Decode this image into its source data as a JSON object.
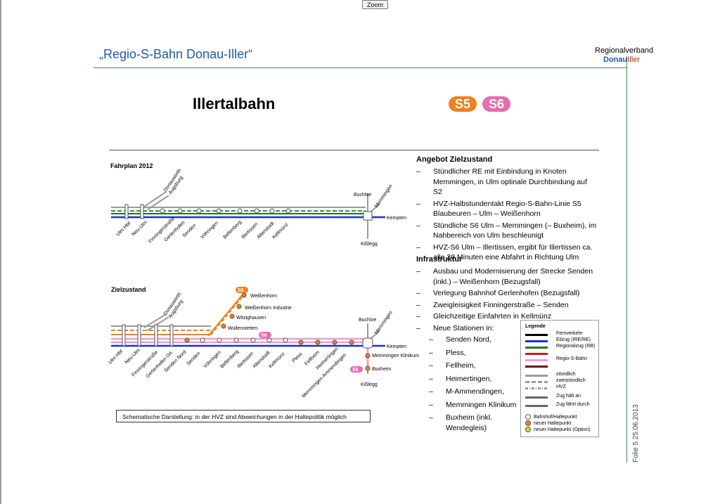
{
  "toolbar": {
    "zoom_label": "Zoom"
  },
  "header": {
    "title": "„Regio-S-Bahn Donau-Iller“",
    "logo_line1": "Regionalverband",
    "logo_donau": "Donau",
    "logo_iller": "Iller"
  },
  "footer": {
    "text": "Folie 5   25.06.2013"
  },
  "slide": {
    "title": "Illertalbahn",
    "badges": [
      "S5",
      "S6"
    ]
  },
  "schematic": {
    "fahrplan_title": "Fahrplan 2012",
    "ziel_title": "Zielzustand",
    "top_stations": [
      "Ulm Hbf",
      "Neu-Ulm",
      "Finningerstraße",
      "Gerlenhofen",
      "Senden",
      "Vöhringen",
      "Bellenberg",
      "Illertissen",
      "Altenstadt",
      "Kellmünz"
    ],
    "bottom_stations": [
      "Ulm Hbf",
      "Neu-Ulm",
      "Finningerstraße",
      "Gerlenhofen Ort",
      "Senden Nord",
      "Senden",
      "Vöhringen",
      "Bellenberg",
      "Illertissen",
      "Altenstadt",
      "Kellmünz",
      "Pless",
      "Fellheim",
      "Heimertingen",
      "Memmingen-Ammendingen"
    ],
    "branch_donau": "Donauwörth",
    "branch_augsburg": "Augsburg",
    "buchloe": "Buchloe",
    "memmingen": "Memmingen",
    "kempten": "Kempten",
    "kisslegg": "Kißlegg",
    "weissenhorn_stations": [
      "Weißenhorn",
      "Weißenhorn Industrie",
      "Witzighausen",
      "Wullenstetten"
    ],
    "memmingen_klinikum": "Memmingen Klinikum",
    "buxheim": "Buxheim",
    "s5": "S5",
    "s6": "S6",
    "note": "Schematische Darstellung: in der HVZ sind Abweichungen in der Haltepolitik möglich"
  },
  "angebot": {
    "heading": "Angebot Zielzustand",
    "items": [
      "Stündlicher RE mit Einbindung in Knoten Memmingen, in Ulm optinale Durchbindung auf S2",
      "HVZ-Halbstundentakt Regio-S-Bahn-Linie S5 Blaubeuren – Ulm – Weißenhorn",
      "Stündliche S6 Ulm – Memmingen (– Buxheim), im Nahbereich von Ulm beschleunigt",
      "HVZ-S6 Ulm – Illertissen, ergibt für Illertissen ca. alle 20 Minuten eine Abfahrt in Richtung Ulm"
    ]
  },
  "infra": {
    "heading": "Infrastruktur",
    "items": [
      "Ausbau und Modernisierung der Strecke Senden (inkl.) – Weißenhorn (Bezugsfall)",
      "Verlegung Bahnhof Gerlenhofen (Bezugsfall)",
      "Zweigleisigkeit Finningerstraße – Senden",
      "Gleichzeitige Einfahrten in Kellmünz"
    ],
    "stations_label": "Neue Stationen in:",
    "stations": [
      "Senden Nord,",
      "Pless,",
      "Fellheim,",
      "Heimertingen,",
      "M-Ammendingen,",
      "Memmingen Klinikum",
      "Buxheim (inkl. Wendegleis)"
    ]
  },
  "legend": {
    "title": "Legende",
    "items": [
      {
        "label": "Fernverkehr",
        "color": "#000000"
      },
      {
        "label": "Eilzug (IRE/RE)",
        "color": "#1a2fd0"
      },
      {
        "label": "Regionalzug (RB)",
        "color": "#1e7a1e"
      },
      {
        "label": "",
        "color": "#d01818"
      },
      {
        "label": "Regio-S-Bahn",
        "color": "#e8a0d0"
      },
      {
        "label": "",
        "color": "#6a1010"
      },
      {
        "label": "stündlich",
        "color": "#9a9a9a"
      },
      {
        "label": "zweistündlich",
        "color": "#9a9a9a"
      },
      {
        "label": "HVZ",
        "color": "#9a9a9a"
      },
      {
        "label": "Zug hält an",
        "color": "#666666"
      },
      {
        "label": "Zug fährt durch",
        "color": "#666666"
      },
      {
        "label": "Bahnhof/Haltepunkt",
        "color": "#ffffff"
      },
      {
        "label": "neuer Haltepunkt",
        "color": "#f08020"
      },
      {
        "label": "neuer Haltepunkt (Option)",
        "color": "#d8d820"
      }
    ]
  }
}
